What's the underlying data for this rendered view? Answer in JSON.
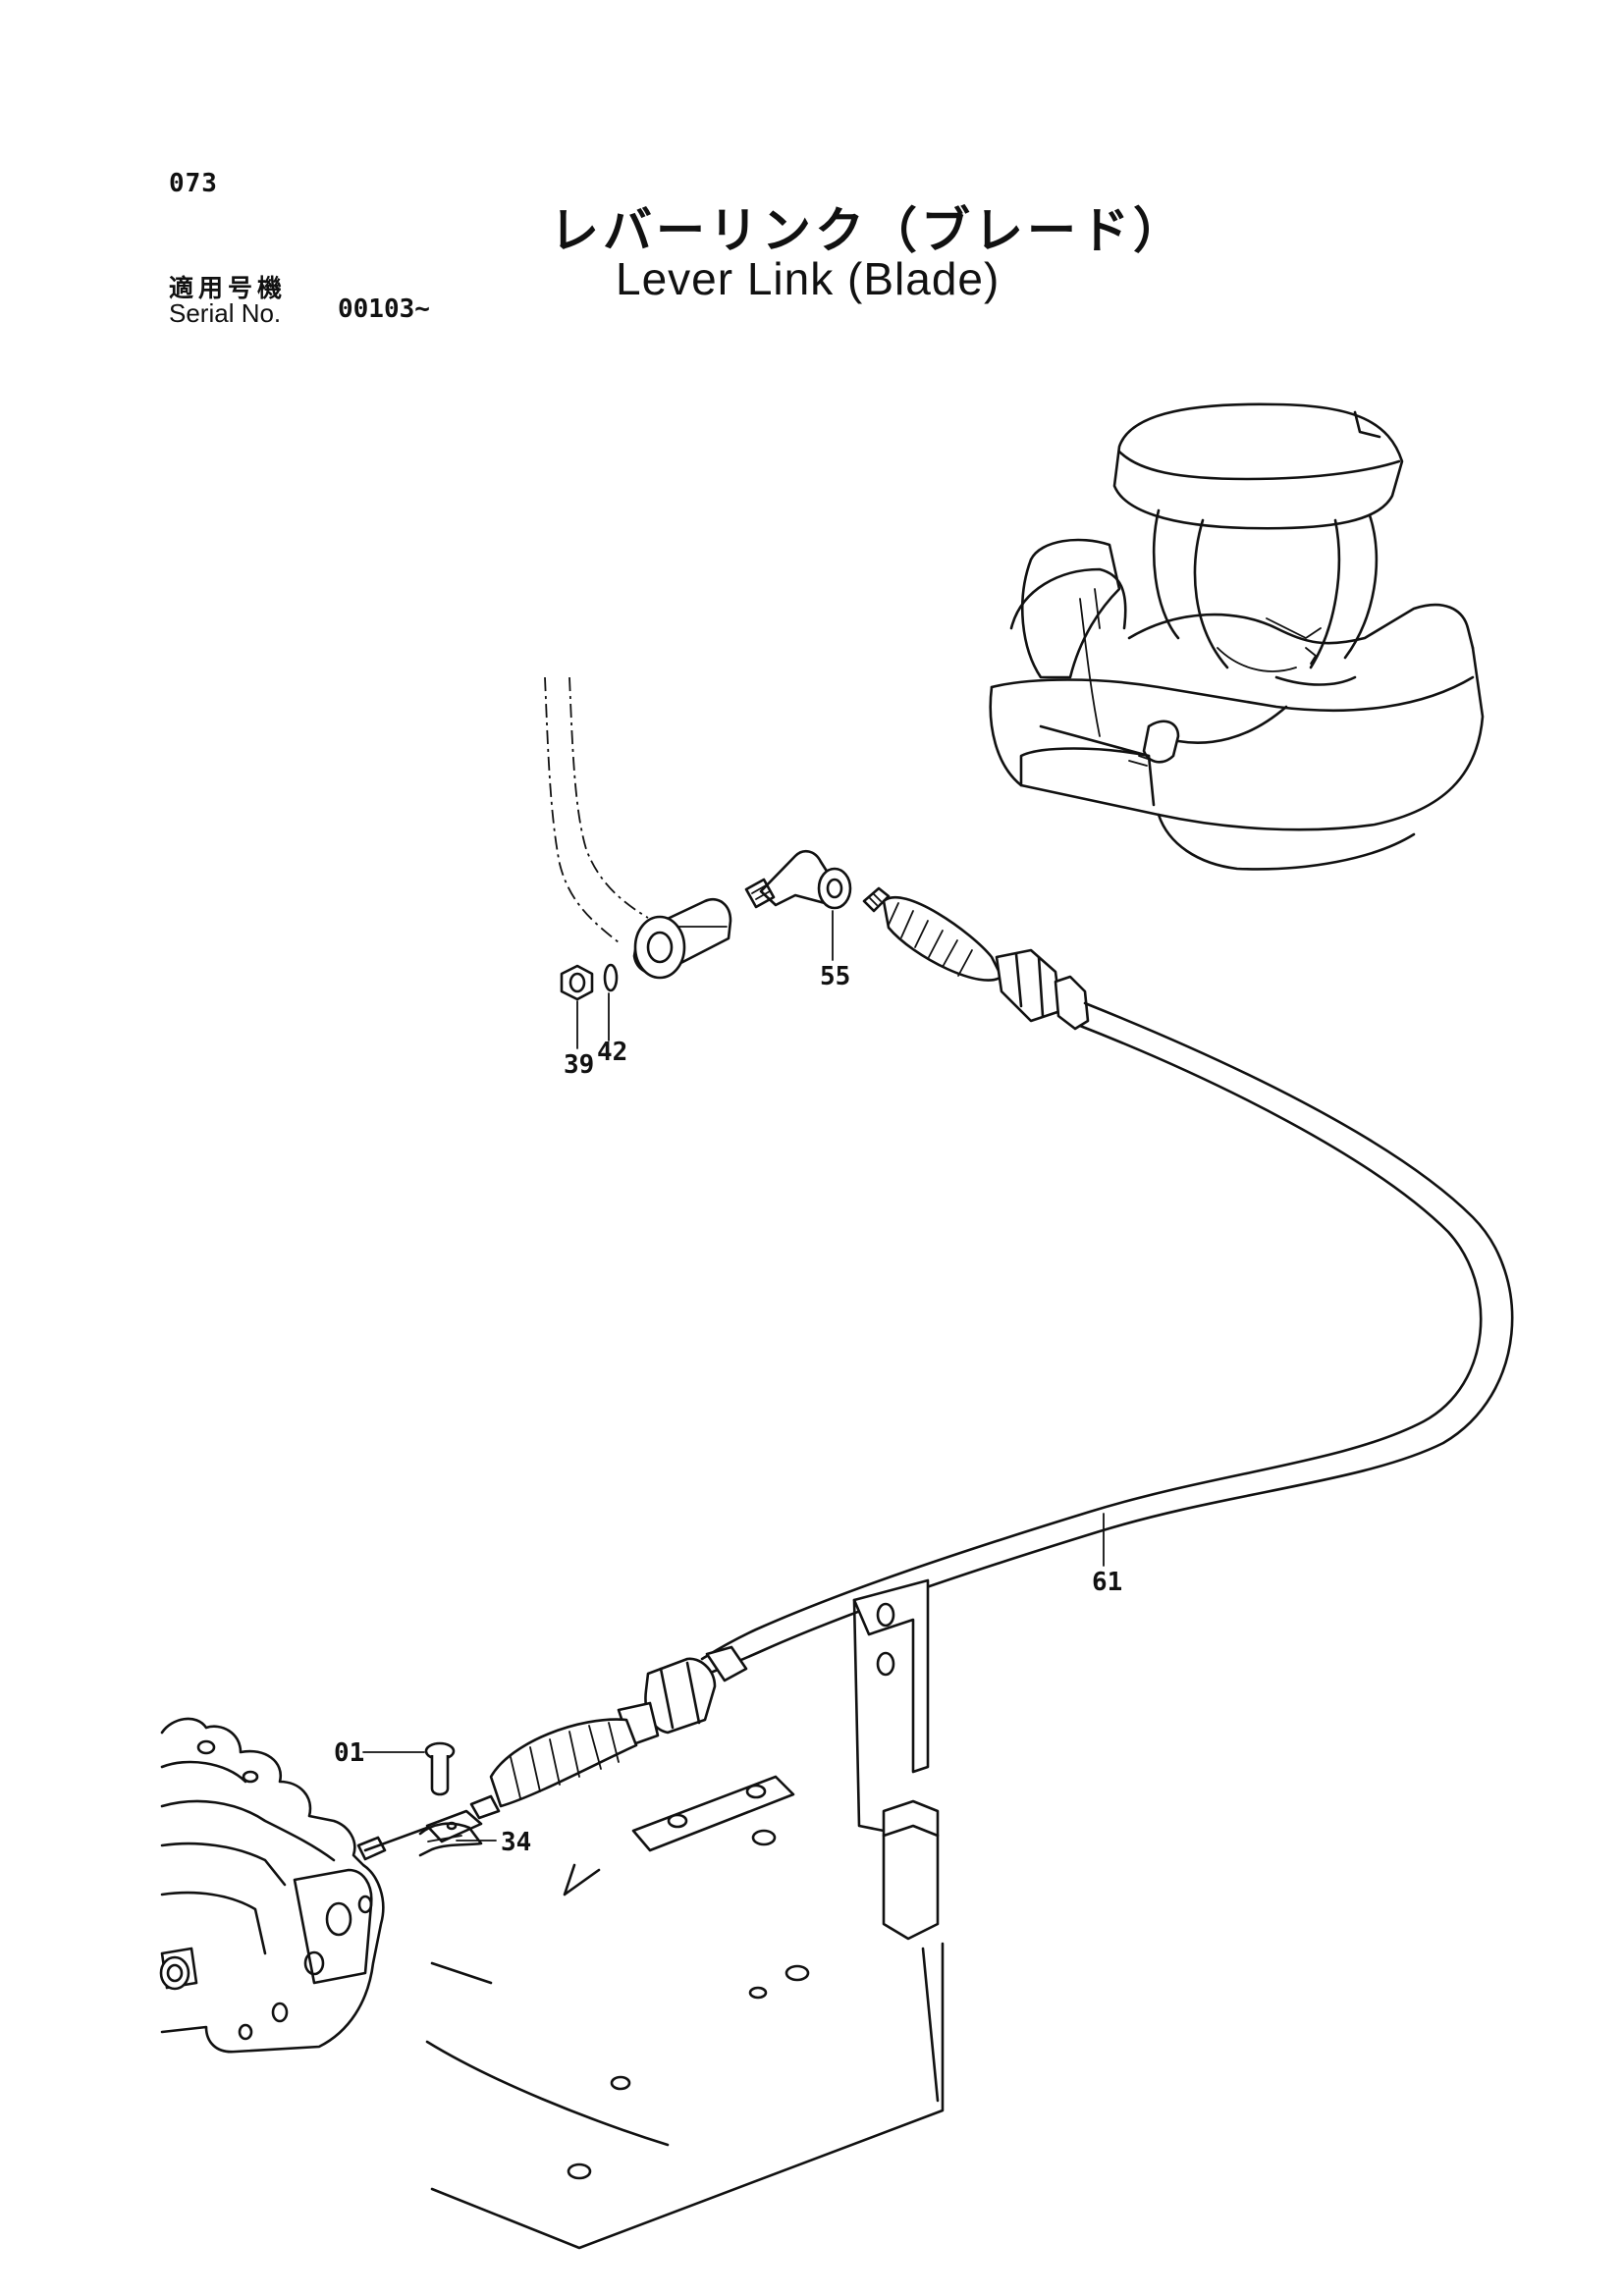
{
  "header": {
    "page_number": "073",
    "title_jp": "レバーリンク（ブレード）",
    "title_en": "Lever Link (Blade)",
    "serial_label_jp": "適用号機",
    "serial_label_en": "Serial No.",
    "serial_value": "00103~"
  },
  "callouts": [
    "55",
    "39",
    "42",
    "61",
    "01",
    "34"
  ]
}
